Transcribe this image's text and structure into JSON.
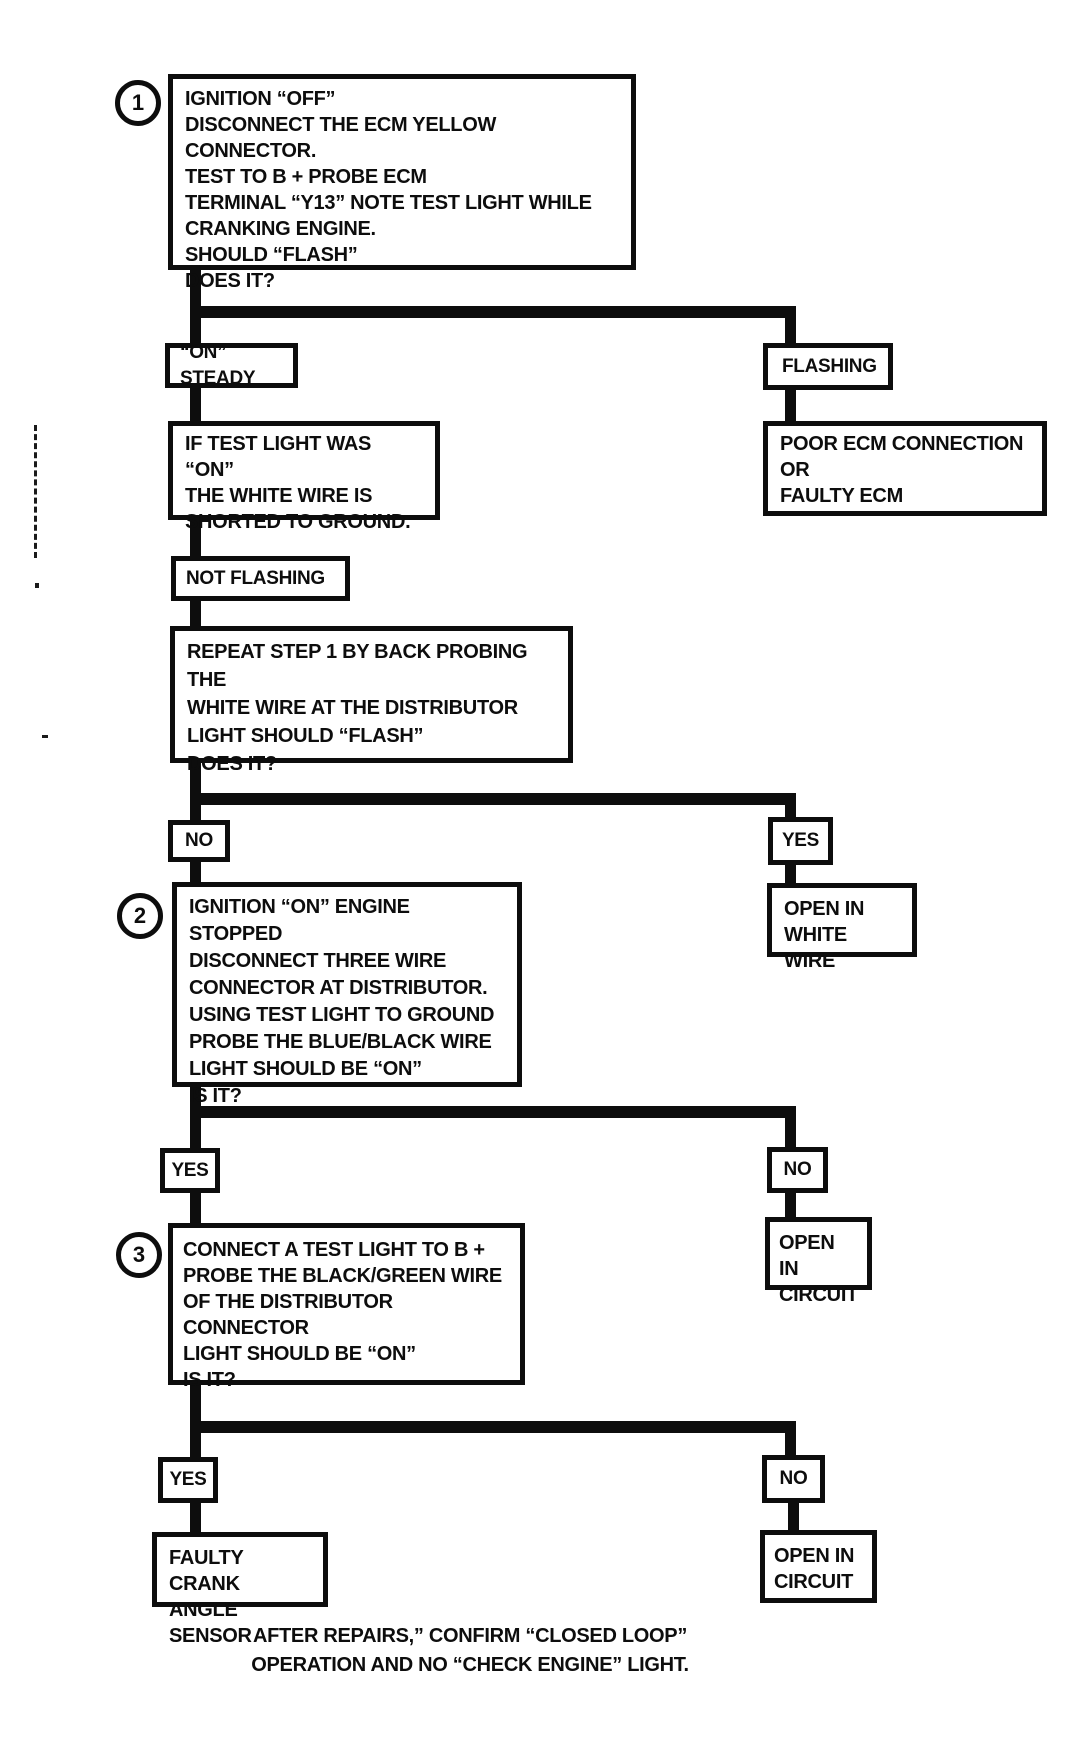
{
  "flowchart": {
    "ink_color": "#0d0d0d",
    "background_color": "#ffffff",
    "step1": {
      "badge": "1",
      "text": "IGNITION “OFF”\nDISCONNECT THE ECM YELLOW CONNECTOR.\nTEST TO B + PROBE ECM\nTERMINAL “Y13” NOTE TEST LIGHT WHILE\nCRANKING ENGINE.\nSHOULD “FLASH”\nDOES IT?"
    },
    "on_steady_label": "“ON” STEADY",
    "flashing_label": "FLASHING",
    "shorted_result": "IF TEST LIGHT WAS “ON”\nTHE WHITE WIRE IS\nSHORTED TO GROUND.",
    "poor_ecm_result": "POOR ECM CONNECTION\nOR\nFAULTY ECM",
    "not_flashing_label": "NOT FLASHING",
    "repeat_step": "REPEAT STEP 1 BY BACK PROBING THE\nWHITE WIRE AT THE DISTRIBUTOR\nLIGHT SHOULD “FLASH”\nDOES IT?",
    "no_label_1": "NO",
    "yes_label_1": "YES",
    "open_white_wire_result": "OPEN IN\nWHITE WIRE",
    "step2": {
      "badge": "2",
      "text": "IGNITION “ON” ENGINE STOPPED\nDISCONNECT THREE WIRE\nCONNECTOR AT DISTRIBUTOR.\nUSING TEST LIGHT TO GROUND\nPROBE THE BLUE/BLACK WIRE\nLIGHT SHOULD BE “ON”\nIS IT?"
    },
    "yes_label_2": "YES",
    "no_label_2": "NO",
    "open_circuit_result_1": "OPEN IN\nCIRCUIT",
    "step3": {
      "badge": "3",
      "text": "CONNECT A TEST LIGHT TO B +\nPROBE THE BLACK/GREEN WIRE\nOF THE DISTRIBUTOR CONNECTOR\nLIGHT SHOULD BE “ON”\nIS IT?"
    },
    "yes_label_3": "YES",
    "no_label_3": "NO",
    "faulty_crank_result": "FAULTY CRANK\nANGLE SENSOR",
    "open_circuit_result_2": "OPEN IN\nCIRCUIT",
    "footer_line1": "AFTER REPAIRS,” CONFIRM “CLOSED LOOP”",
    "footer_line2": "OPERATION AND NO “CHECK ENGINE” LIGHT."
  }
}
